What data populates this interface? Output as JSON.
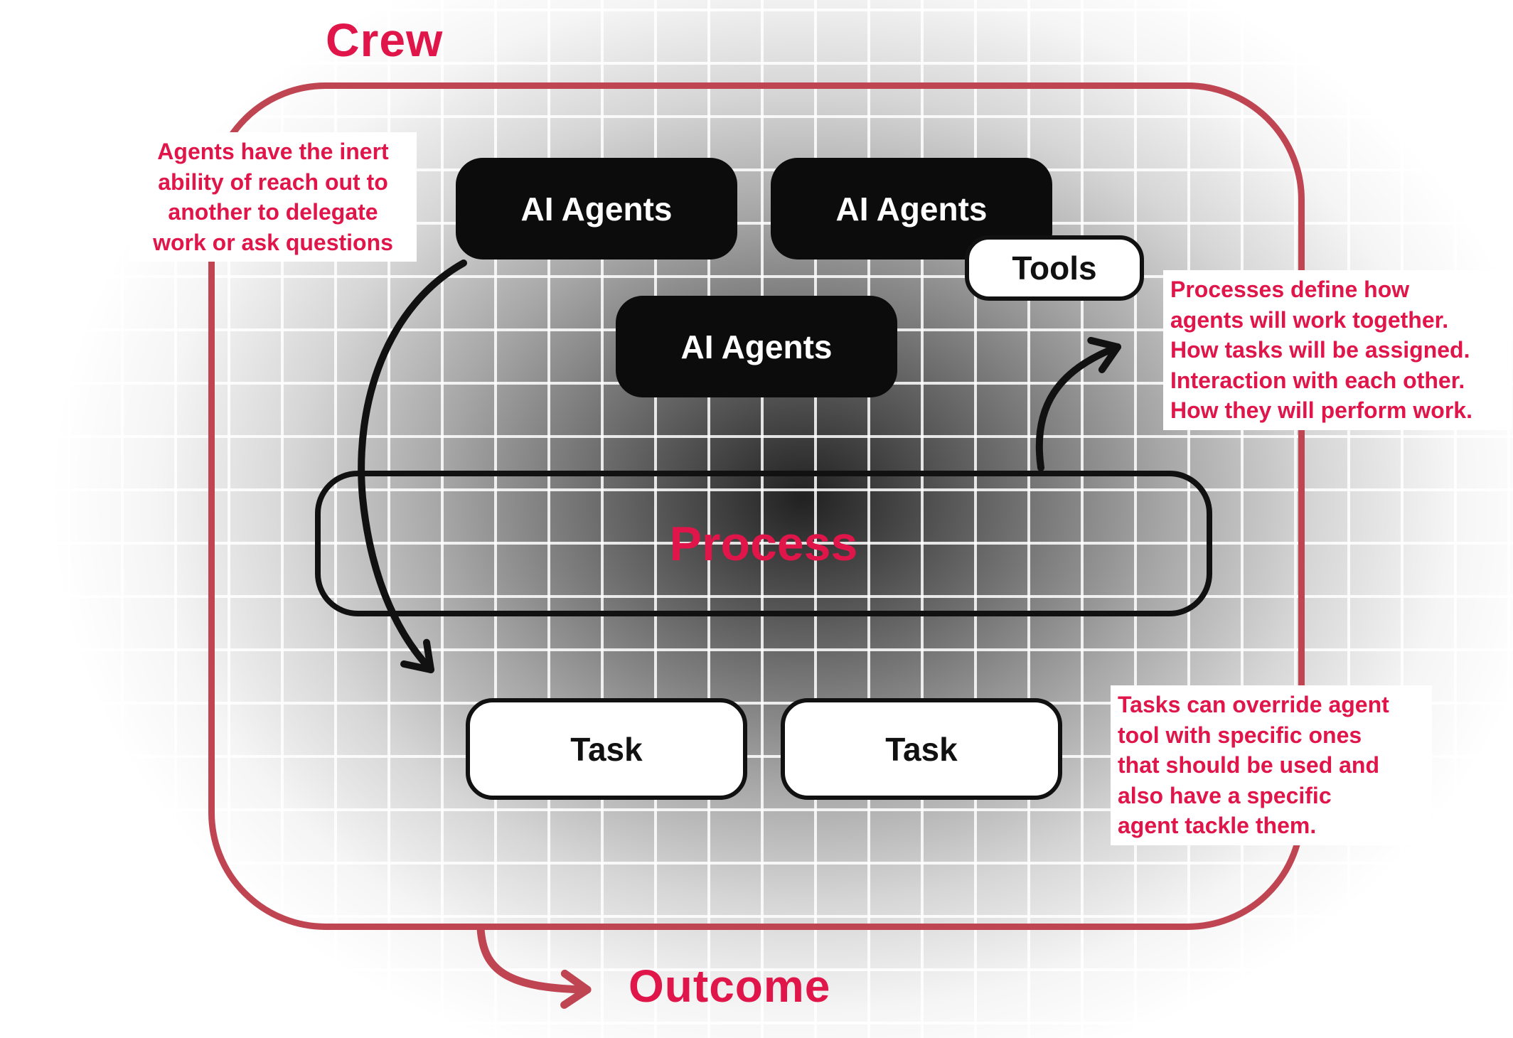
{
  "title": "Crew",
  "outcome_label": "Outcome",
  "nodes": {
    "agent_top_left": "AI Agents",
    "agent_top_right": "AI Agents",
    "agent_middle": "AI Agents",
    "tools": "Tools",
    "process": "Process",
    "task_left": "Task",
    "task_right": "Task"
  },
  "annotations": {
    "agents_note": "Agents have the inert\nability of reach out to\nanother to delegate\nwork or ask questions",
    "process_note": "Processes define how\nagents will work together.\nHow tasks will be assigned.\nInteraction with each other.\nHow they will perform work.",
    "tasks_note": "Tasks can override agent\ntool with specific ones\nthat should be used and\nalso have a specific\nagent tackle them."
  },
  "icons": {
    "delegation_arrow": "curved-arrow-down-right",
    "process_note_arrow": "curved-arrow-up-right",
    "outcome_arrow": "curved-arrow-right"
  },
  "colors": {
    "accent": "#e0164a",
    "frame": "#c04552",
    "node_fill": "#0c0c0c",
    "node_text": "#ffffff"
  }
}
